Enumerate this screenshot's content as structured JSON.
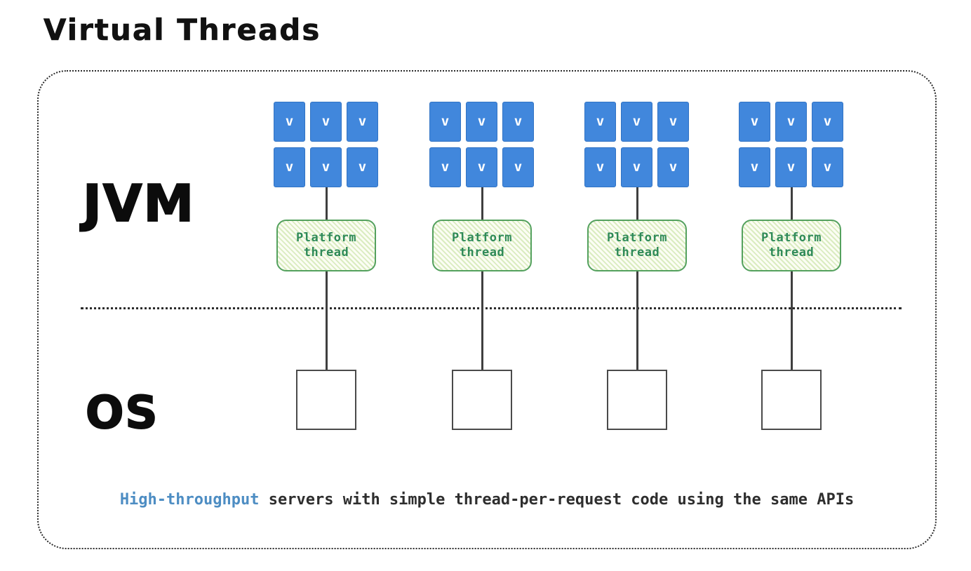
{
  "title": "Virtual Threads",
  "labels": {
    "jvm": "JVM",
    "os": "OS"
  },
  "groups": [
    {
      "platform": {
        "line1": "Platform",
        "line2": "thread"
      },
      "virtual_threads": [
        "v",
        "v",
        "v",
        "v",
        "v",
        "v"
      ]
    },
    {
      "platform": {
        "line1": "Platform",
        "line2": "thread"
      },
      "virtual_threads": [
        "v",
        "v",
        "v",
        "v",
        "v",
        "v"
      ]
    },
    {
      "platform": {
        "line1": "Platform",
        "line2": "thread"
      },
      "virtual_threads": [
        "v",
        "v",
        "v",
        "v",
        "v",
        "v"
      ]
    },
    {
      "platform": {
        "line1": "Platform",
        "line2": "thread"
      },
      "virtual_threads": [
        "v",
        "v",
        "v",
        "v",
        "v",
        "v"
      ]
    }
  ],
  "caption": {
    "highlight": "High-throughput",
    "rest": " servers with simple thread-per-request code using the same APIs"
  },
  "colors": {
    "virtual_thread_blue": "#4187dc",
    "platform_green_border": "#54a15e",
    "platform_text_green": "#2f8a58",
    "connector_gray": "#3f3f3f",
    "caption_highlight_blue": "#4d8dc3"
  }
}
